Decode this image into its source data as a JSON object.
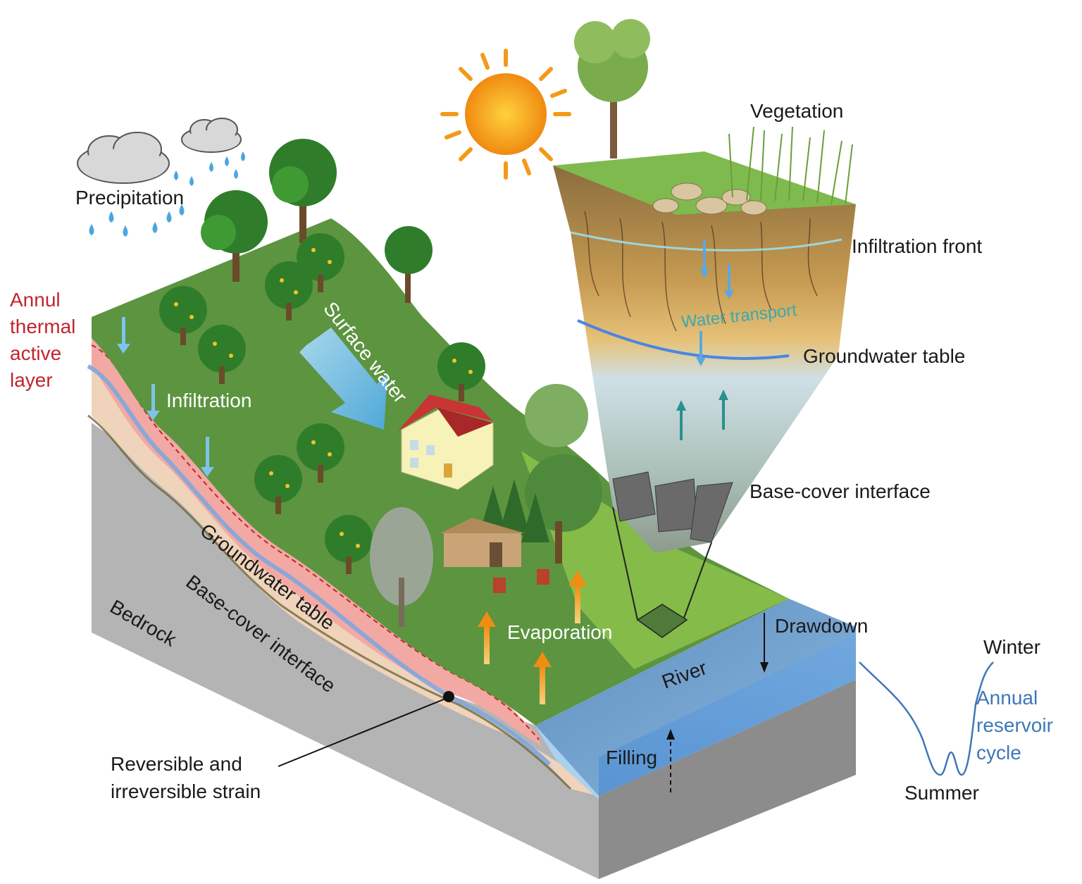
{
  "labels": {
    "precipitation": "Precipitation",
    "annual_thermal": [
      "Annul",
      "thermal",
      "active",
      "layer"
    ],
    "infiltration": "Infiltration",
    "surface_water": "Surface water",
    "vegetation": "Vegetation",
    "infiltration_front": "Infiltration front",
    "water_transport": "Water transport",
    "groundwater_table_right": "Groundwater table",
    "base_cover_interface_right": "Base-cover interface",
    "groundwater_table_slope": "Groundwater table",
    "base_cover_interface_slope": "Base-cover interface",
    "bedrock": "Bedrock",
    "evaporation": "Evaporation",
    "river": "River",
    "drawdown": "Drawdown",
    "filling": "Filling",
    "strain": [
      "Reversible and",
      "irreversible strain"
    ],
    "winter": "Winter",
    "summer": "Summer",
    "reservoir_cycle": [
      "Annual",
      "reservoir",
      "cycle"
    ]
  },
  "colors": {
    "grass": "#5c9440",
    "grass_light": "#8cc24a",
    "bedrock_front": "#b6b6b6",
    "bedrock_side": "#8e8e8e",
    "thermal_layer": "#f0a7a2",
    "soil_cover": "#efcfb6",
    "groundwater_line": "#7fa6dc",
    "river_top": "#6f9fcf",
    "river_front": "#4a8fd8",
    "sun": "#f7a21a",
    "arrow_orange": "#f5a623",
    "rain": "#4aa6e0",
    "cycle_line": "#3d78b8"
  },
  "icons": [
    "cloud-icon",
    "raindrop-icon",
    "sun-icon",
    "tree-icon",
    "house-icon",
    "arrow-icon"
  ]
}
